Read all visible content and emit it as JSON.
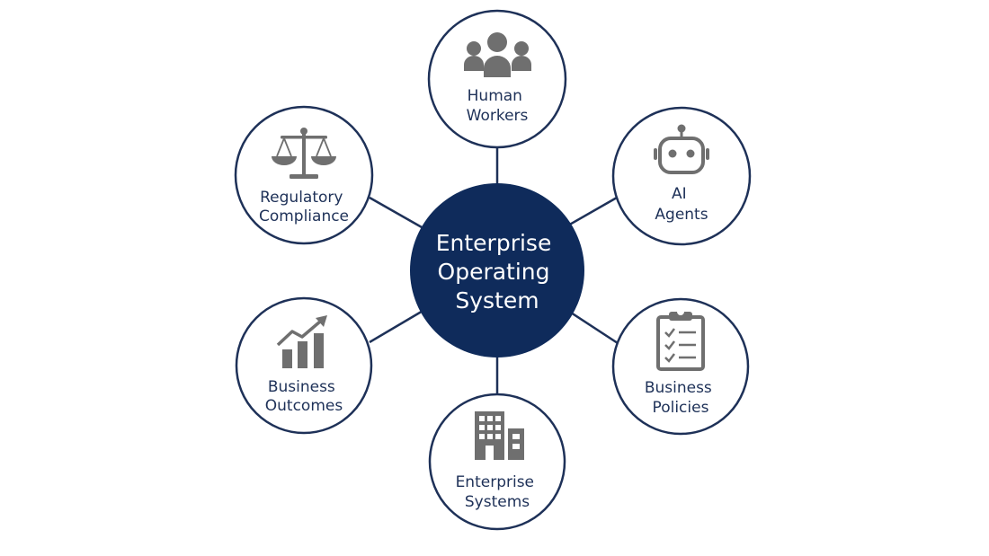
{
  "diagram": {
    "hub": {
      "lines": [
        "Enterprise",
        "Operating",
        "System"
      ],
      "color": "#0f2b5b"
    },
    "outline_color": "#1e3158",
    "icon_color": "#6f6f6f",
    "nodes": [
      {
        "id": "human-workers",
        "icon": "people-group-icon",
        "lines": [
          "Human",
          "Workers"
        ]
      },
      {
        "id": "ai-agents",
        "icon": "robot-icon",
        "lines": [
          "AI",
          "Agents"
        ]
      },
      {
        "id": "business-policies",
        "icon": "clipboard-checklist-icon",
        "lines": [
          "Business",
          "Policies"
        ]
      },
      {
        "id": "enterprise-systems",
        "icon": "building-icon",
        "lines": [
          "Enterprise",
          "Systems"
        ]
      },
      {
        "id": "business-outcomes",
        "icon": "growth-chart-icon",
        "lines": [
          "Business",
          "Outcomes"
        ]
      },
      {
        "id": "regulatory-compliance",
        "icon": "balance-scale-icon",
        "lines": [
          "Regulatory",
          "Compliance"
        ]
      }
    ]
  }
}
